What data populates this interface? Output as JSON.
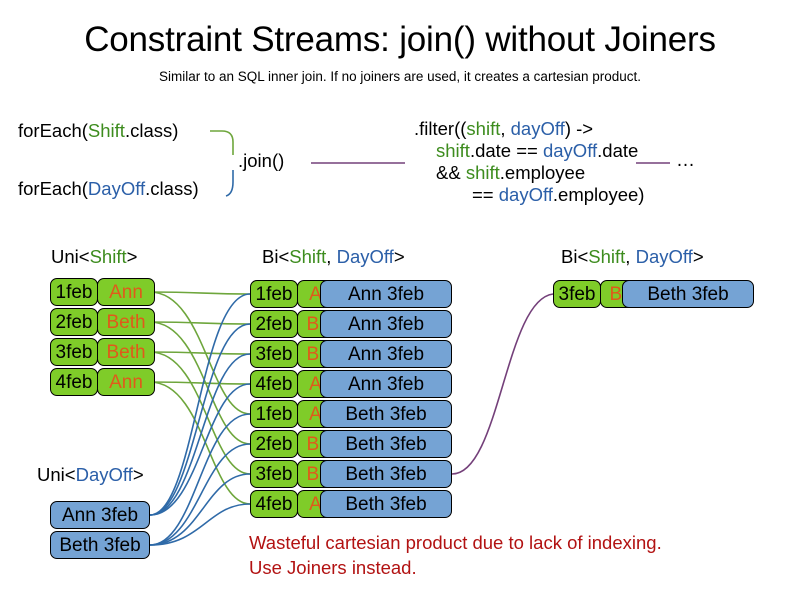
{
  "header": {
    "title": "Constraint Streams: join() without Joiners",
    "subtitle": "Similar to an SQL inner join. If no joiners are used, it creates a cartesian product."
  },
  "pipeline": {
    "forEach_shift": {
      "prefix": "forEach(",
      "type": "Shift",
      "suffix": ".class)"
    },
    "forEach_dayoff": {
      "prefix": "forEach(",
      "type": "DayOff",
      "suffix": ".class)"
    },
    "join_label": ".join()",
    "ellipsis": "…",
    "filter": {
      "line1_prefix": ".filter((",
      "line1_a": "shift",
      "line1_comma": ", ",
      "line1_b": "dayOff",
      "line1_suffix": ") ->",
      "line2_a": "shift",
      "line2_mid": ".date == ",
      "line2_b": "dayOff",
      "line2_end": ".date",
      "line3_op": "&& ",
      "line3_a": "shift",
      "line3_end": ".employee",
      "line4_op": "== ",
      "line4_b": "dayOff",
      "line4_end": ".employee",
      "line4_close": ")"
    }
  },
  "columns": {
    "uni_shift": {
      "header": {
        "prefix": "Uni<",
        "type": "Shift",
        "suffix": ">"
      },
      "rows": [
        {
          "date": "1feb",
          "name": "Ann"
        },
        {
          "date": "2feb",
          "name": "Beth"
        },
        {
          "date": "3feb",
          "name": "Beth"
        },
        {
          "date": "4feb",
          "name": "Ann"
        }
      ]
    },
    "uni_dayoff": {
      "header": {
        "prefix": "Uni<",
        "type": "DayOff",
        "suffix": ">"
      },
      "rows": [
        {
          "pair": "Ann 3feb"
        },
        {
          "pair": "Beth 3feb"
        }
      ]
    },
    "bi_middle": {
      "header": {
        "prefix": "Bi<",
        "type_a": "Shift",
        "comma": ", ",
        "type_b": "DayOff",
        "suffix": ">"
      },
      "rows": [
        {
          "date": "1feb",
          "name": "Ann",
          "pair": "Ann 3feb"
        },
        {
          "date": "2feb",
          "name": "Beth",
          "pair": "Ann 3feb"
        },
        {
          "date": "3feb",
          "name": "Beth",
          "pair": "Ann 3feb"
        },
        {
          "date": "4feb",
          "name": "Ann",
          "pair": "Ann 3feb"
        },
        {
          "date": "1feb",
          "name": "Ann",
          "pair": "Beth 3feb"
        },
        {
          "date": "2feb",
          "name": "Beth",
          "pair": "Beth 3feb"
        },
        {
          "date": "3feb",
          "name": "Beth",
          "pair": "Beth 3feb"
        },
        {
          "date": "4feb",
          "name": "Ann",
          "pair": "Beth 3feb"
        }
      ]
    },
    "bi_right": {
      "header": {
        "prefix": "Bi<",
        "type_a": "Shift",
        "comma": ", ",
        "type_b": "DayOff",
        "suffix": ">"
      },
      "rows": [
        {
          "date": "3feb",
          "name": "Beth",
          "pair": "Beth 3feb"
        }
      ]
    }
  },
  "warning": {
    "line1": "Wasteful cartesian product due to lack of indexing.",
    "line2": "Use Joiners instead."
  },
  "colors": {
    "shift_green": "#7fcc29",
    "dayoff_blue": "#75a3d4",
    "shift_text_green": "#3d8c1e",
    "dayoff_text_blue": "#2b5fa8",
    "name_orange": "#e05a1b",
    "warning_red": "#b21212",
    "wire_green": "#6ea63c",
    "wire_blue": "#2f6aa8",
    "wire_purple": "#74407a"
  }
}
